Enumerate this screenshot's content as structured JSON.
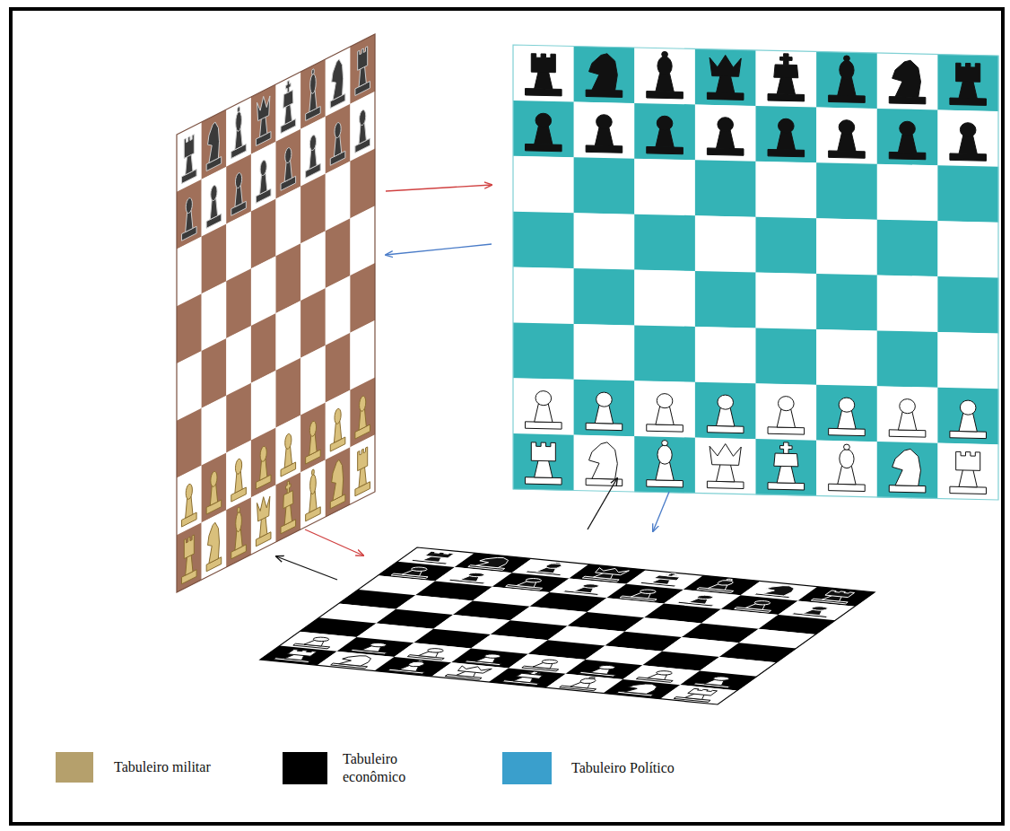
{
  "diagram": {
    "legend": [
      {
        "text": "Tabuleiro militar",
        "color": "#b5a06c"
      },
      {
        "text": "Tabuleiro econômico",
        "color": "#000000"
      },
      {
        "text": "Tabuleiro Político",
        "color": "#3a9fcc"
      }
    ]
  }
}
